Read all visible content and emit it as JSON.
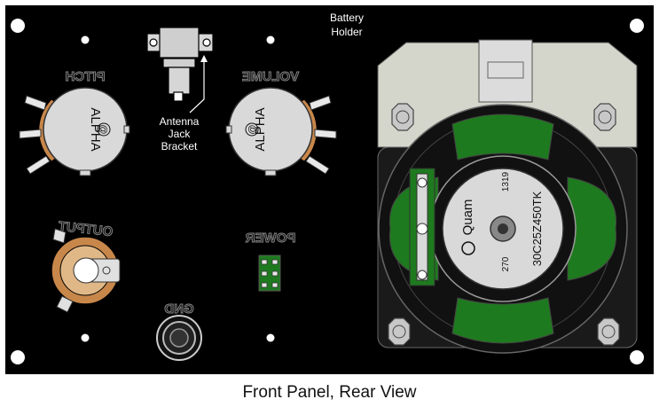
{
  "labels": {
    "battery_holder": [
      "Battery",
      "Holder"
    ],
    "antenna_jack_bracket": [
      "Antenna",
      "Jack",
      "Bracket"
    ],
    "pitch": "PITCH",
    "volume": "VOLUME",
    "output": "OUTPUT",
    "power": "POWER",
    "gnd": "GND",
    "pot_brand": "ALPHA",
    "pot_symbol": "@"
  },
  "speaker": {
    "brand": "Quam",
    "part_number": "30C25Z450TK",
    "code1": "1319",
    "code2": "270"
  },
  "caption": "Front Panel, Rear View",
  "colors": {
    "panel": "#000000",
    "pcb_green": "#1e7a1e",
    "pot_metal": "#d9d9d9",
    "lug_copper": "#c8874a",
    "holder_metal": "#d4d6cc"
  }
}
